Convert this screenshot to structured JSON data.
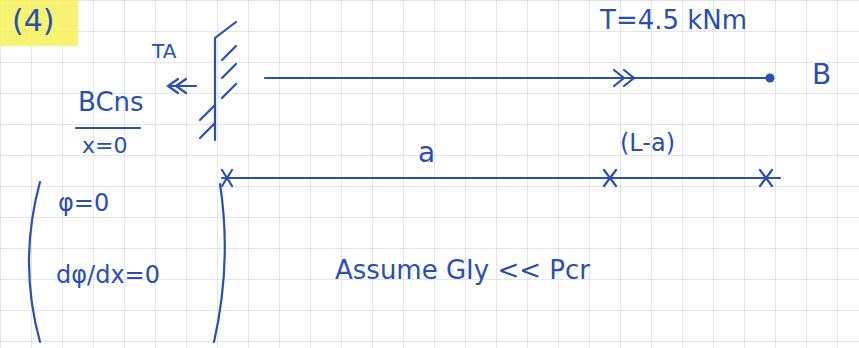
{
  "diagram": {
    "labels": [
      "(4)",
      "TA",
      "T=4.5 kNm",
      "B",
      "BCns",
      "x=0",
      "φ=0",
      "dφ/dx=0",
      "a",
      "(L-a)",
      "Assume GIy << Pcr"
    ]
  }
}
